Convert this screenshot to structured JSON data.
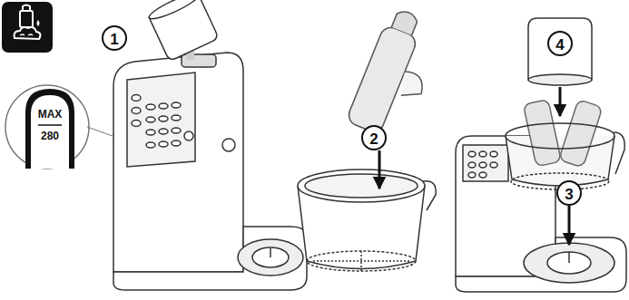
{
  "diagram": {
    "labels": [
      "MAX",
      "280",
      "1",
      "2",
      "4",
      "3"
    ]
  }
}
